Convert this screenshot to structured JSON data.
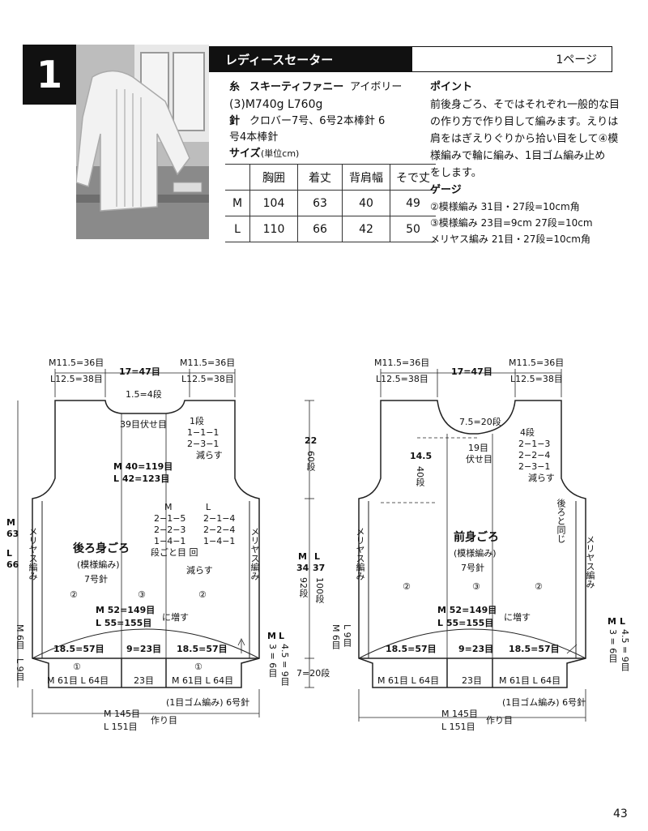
{
  "header": {
    "number": "1",
    "title": "レディースセーター",
    "page_ref": "1ページ"
  },
  "materials": {
    "yarn_label": "糸",
    "yarn_name": "スキーティファニー",
    "yarn_color": "アイボリー",
    "yarn_amount": "(3)M740g L760g",
    "needle_label": "針",
    "needle_line1": "クロバー7号、6号2本棒針 6",
    "needle_line2": "号4本棒針",
    "size_label": "サイズ",
    "size_unit": "(単位cm)"
  },
  "size_table": {
    "headers": [
      "",
      "胸囲",
      "着丈",
      "背肩幅",
      "そで丈"
    ],
    "rows": [
      [
        "M",
        "104",
        "63",
        "40",
        "49"
      ],
      [
        "L",
        "110",
        "66",
        "42",
        "50"
      ]
    ]
  },
  "point": {
    "heading": "ポイント",
    "lines": [
      "前後身ごろ、そではそれぞれ一般的な目",
      "の作り方で作り目して編みます。えりは",
      "肩をはぎえりぐりから拾い目をして④模",
      "様編みで輪に編み、1目ゴム編み止め",
      "をします。"
    ]
  },
  "gauge": {
    "heading": "ゲージ",
    "lines": [
      "②模様編み 31目・27段=10cm角",
      "③模様編み 23目=9cm 27段=10cm",
      "メリヤス編み 21目・27段=10cm角"
    ]
  },
  "back": {
    "shoulder_left_m": "M11.5=36目",
    "shoulder_left_l": "L12.5=38目",
    "neck_width": "17=47目",
    "shoulder_right_m": "M11.5=36目",
    "shoulder_right_l": "L12.5=38目",
    "neck_depth": "1.5=4段",
    "neck_bind": "39目伏せ目",
    "dec_title": "1段",
    "dec_1": "1−1−1",
    "dec_2": "2−3−1",
    "dec_3": "減らす",
    "width_m": "M 40=119目",
    "width_l": "L 42=123目",
    "arm_m_label": "M",
    "arm_l_label": "L",
    "arm_m1": "2−1−5",
    "arm_m2": "2−2−3",
    "arm_m3": "1−4−1",
    "arm_l1": "2−1−4",
    "arm_l2": "2−2−4",
    "arm_l3": "1−4−1",
    "arm_note": "段ごと目 回",
    "arm_reduce": "減らす",
    "name": "後ろ身ごろ",
    "pattern": "(模様編み)",
    "needle": "7号針",
    "side_label": "メリヤス編み",
    "hip_m": "M 52=149目",
    "hip_l": "L 55=155目",
    "increase": "に増す",
    "seg_left": "18.5=57目",
    "seg_mid": "9=23目",
    "seg_right": "18.5=57目",
    "rib_left": "M 61目 L 64目",
    "rib_mid": "23目",
    "rib_right": "M 61目 L 64目",
    "rib_note": "(1目ゴム編み) 6号針",
    "cast_m": "M 145目",
    "cast_l": "L 151目",
    "cast_label": "作り目",
    "height_m_label": "M",
    "height_m": "63",
    "height_l_label": "L",
    "height_l": "66",
    "rib_h_m": "M 6目",
    "rib_h_l": "L 9目",
    "right_m": "M",
    "right_l": "L",
    "right_m_val": "3 = 6目",
    "right_l_val": "4.5 = 9目"
  },
  "center": {
    "armhole_h": "22",
    "armhole_rows": "60段",
    "body_m": "M",
    "body_l": "L",
    "body_m_val": "34",
    "body_l_val": "37",
    "body_m_rows": "92段",
    "body_l_rows": "100段",
    "rib": "7=20段"
  },
  "front": {
    "shoulder_left_m": "M11.5=36目",
    "shoulder_left_l": "L12.5=38目",
    "neck_width": "17=47目",
    "shoulder_right_m": "M11.5=36目",
    "shoulder_right_l": "L12.5=38目",
    "neck_depth": "7.5=20段",
    "left_h": "14.5",
    "left_rows": "40段",
    "neck_bind1": "19目",
    "neck_bind2": "伏せ目",
    "dec_title": "4段",
    "dec_1": "2−1−3",
    "dec_2": "2−2−4",
    "dec_3": "2−3−1",
    "dec_4": "減らす",
    "same_as_back": "後ろと同じ",
    "name": "前身ごろ",
    "pattern": "(模様編み)",
    "needle": "7号針",
    "side_label": "メリヤス編み",
    "hip_m": "M 52=149目",
    "hip_l": "L 55=155目",
    "increase": "に増す",
    "seg_left": "18.5=57目",
    "seg_mid": "9=23目",
    "seg_right": "18.5=57目",
    "rib_left": "M 61目 L 64目",
    "rib_mid": "23目",
    "rib_right": "M 61目 L 64目",
    "rib_note": "(1目ゴム編み) 6号針",
    "cast_m": "M 145目",
    "cast_l": "L 151目",
    "cast_label": "作り目",
    "rib_h_m": "M 6目",
    "rib_h_l": "L 9目",
    "right_m": "M",
    "right_l": "L",
    "right_m_val": "3 = 6目",
    "right_l_val": "4.5 = 9目"
  },
  "circled": {
    "one": "①",
    "two": "②",
    "three": "③"
  },
  "page_number": "43"
}
